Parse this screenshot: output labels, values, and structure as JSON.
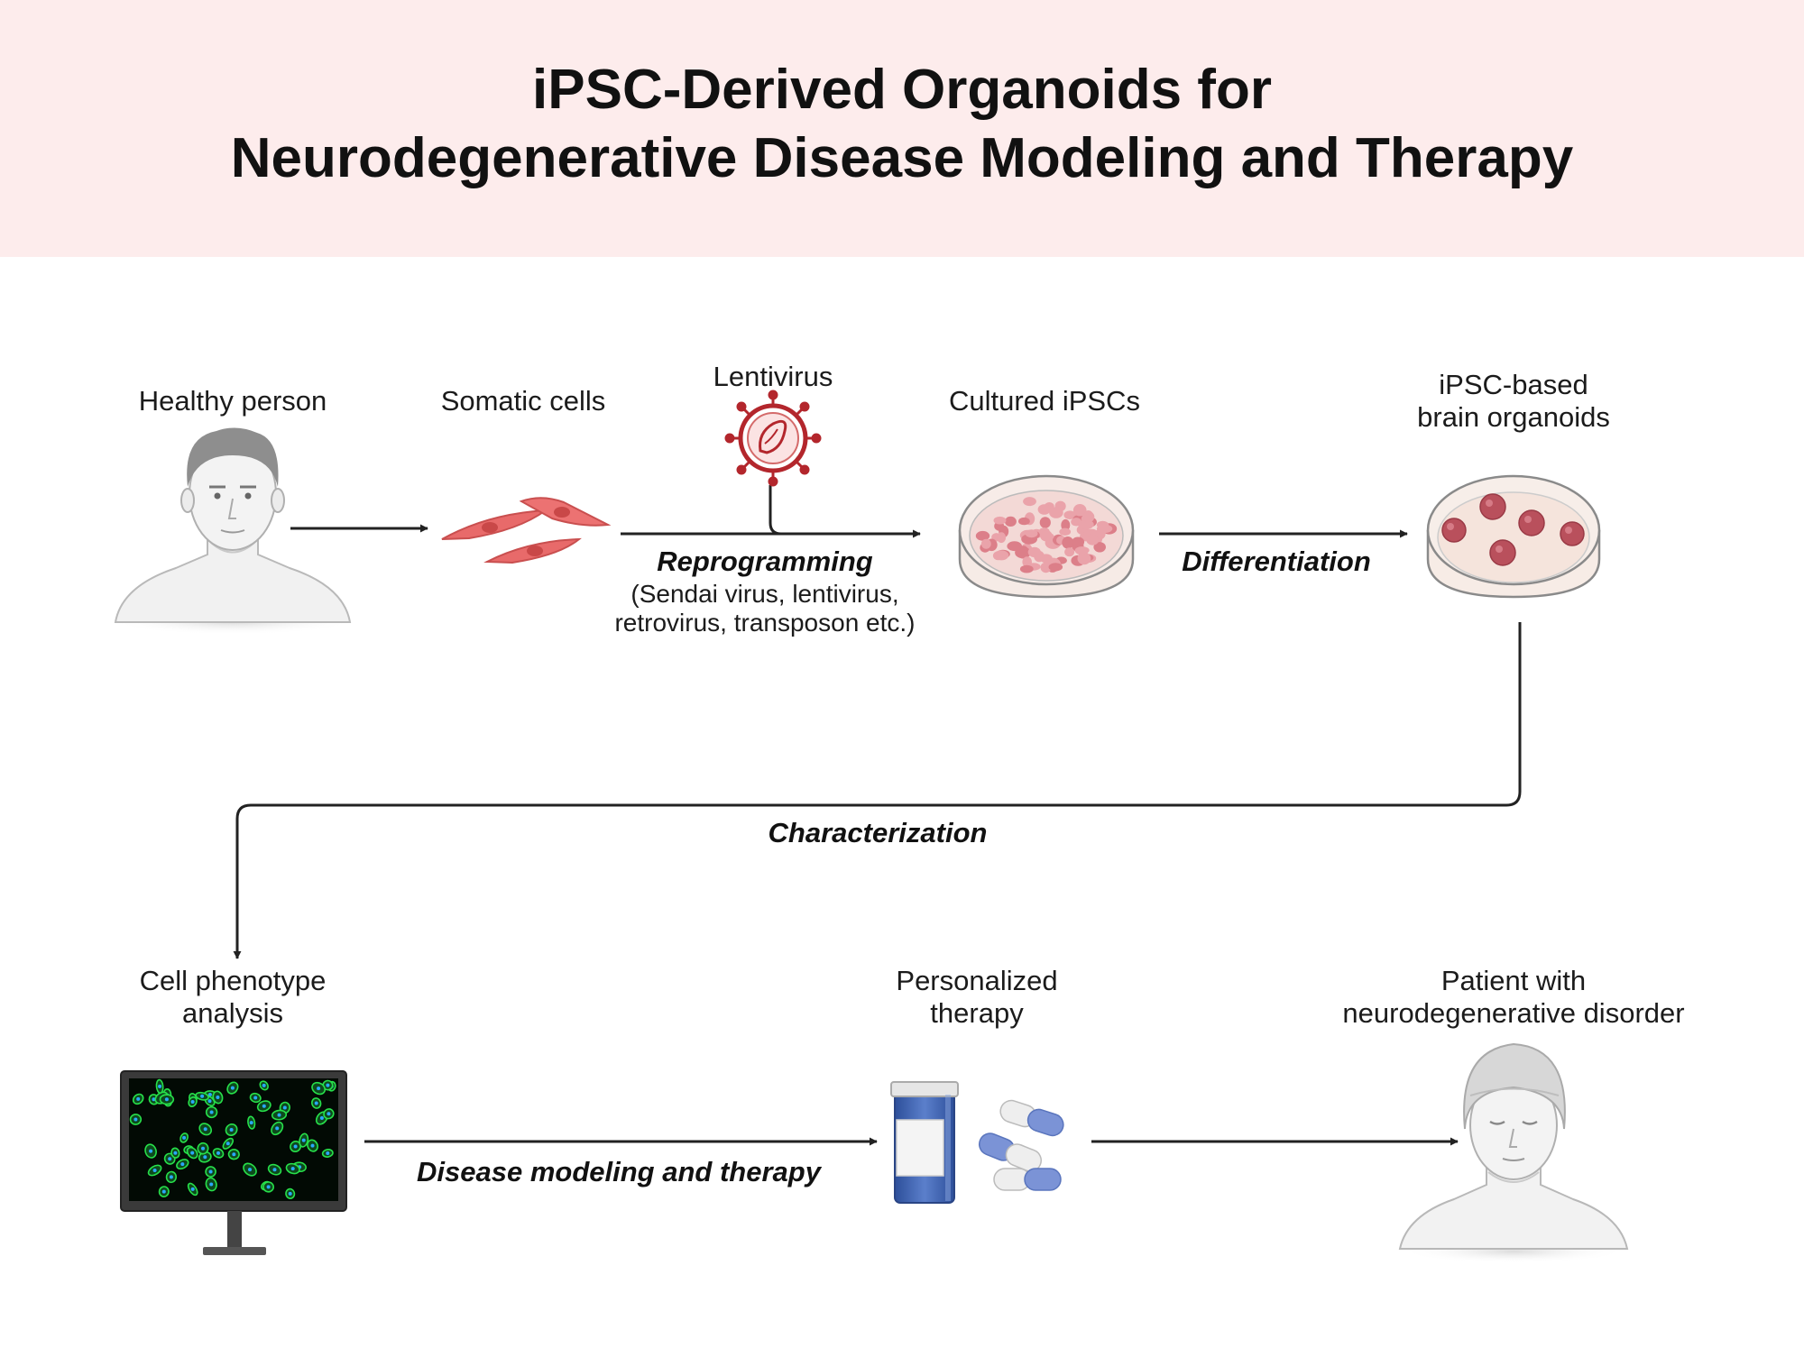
{
  "title": {
    "line1": "iPSC-Derived Organoids for",
    "line2": "Neurodegenerative Disease Modeling and Therapy"
  },
  "nodes": {
    "healthy_person": "Healthy person",
    "somatic_cells": "Somatic cells",
    "lentivirus": "Lentivirus",
    "cultured_ipscs": "Cultured iPSCs",
    "organoids_line1": "iPSC-based",
    "organoids_line2": "brain organoids",
    "phenotype_line1": "Cell phenotype",
    "phenotype_line2": "analysis",
    "therapy_line1": "Personalized",
    "therapy_line2": "therapy",
    "patient_line1": "Patient with",
    "patient_line2": "neurodegenerative disorder"
  },
  "steps": {
    "reprogramming": "Reprogramming",
    "reprogramming_note1": "(Sendai virus, lentivirus,",
    "reprogramming_note2": "retrovirus, transposon etc.)",
    "differentiation": "Differentiation",
    "characterization": "Characterization",
    "disease_modeling": "Disease modeling and therapy"
  },
  "colors": {
    "banner": "#fdecec",
    "arrow": "#222222",
    "cell": "#e86a6a",
    "virus": "#b3262c",
    "organoid": "#b9505c",
    "pill_blue": "#7b93d6",
    "bottle_blue": "#3f63b0",
    "fluor_green": "#27e04a"
  },
  "icons": [
    "person-icon",
    "somatic-cells-icon",
    "lentivirus-icon",
    "petri-dish-icon",
    "organoid-dish-icon",
    "monitor-icon",
    "pill-bottle-icon",
    "capsule-icon",
    "patient-icon"
  ]
}
